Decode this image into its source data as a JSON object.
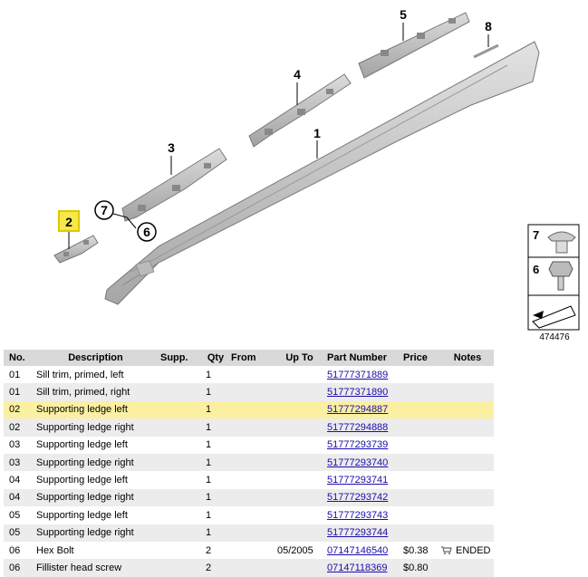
{
  "diagram": {
    "callouts": [
      "1",
      "2",
      "3",
      "4",
      "5",
      "6",
      "7",
      "8"
    ],
    "legend_labels": [
      "7",
      "6"
    ],
    "diagram_number": "474476",
    "colors": {
      "highlight": "#f2d500",
      "part": "#c3c3c3"
    }
  },
  "table": {
    "headers": [
      "No.",
      "Description",
      "Supp.",
      "Qty",
      "From",
      "Up To",
      "Part Number",
      "Price",
      "Notes"
    ],
    "rows": [
      {
        "no": "01",
        "desc": "Sill trim, primed, left",
        "supp": "",
        "qty": "1",
        "from": "",
        "upto": "",
        "pn": "51777371889",
        "price": "",
        "notes": ""
      },
      {
        "no": "01",
        "desc": "Sill trim, primed, right",
        "supp": "",
        "qty": "1",
        "from": "",
        "upto": "",
        "pn": "51777371890",
        "price": "",
        "notes": ""
      },
      {
        "no": "02",
        "desc": "Supporting ledge left",
        "supp": "",
        "qty": "1",
        "from": "",
        "upto": "",
        "pn": "51777294887",
        "price": "",
        "notes": ""
      },
      {
        "no": "02",
        "desc": "Supporting ledge right",
        "supp": "",
        "qty": "1",
        "from": "",
        "upto": "",
        "pn": "51777294888",
        "price": "",
        "notes": ""
      },
      {
        "no": "03",
        "desc": "Supporting ledge left",
        "supp": "",
        "qty": "1",
        "from": "",
        "upto": "",
        "pn": "51777293739",
        "price": "",
        "notes": ""
      },
      {
        "no": "03",
        "desc": "Supporting ledge right",
        "supp": "",
        "qty": "1",
        "from": "",
        "upto": "",
        "pn": "51777293740",
        "price": "",
        "notes": ""
      },
      {
        "no": "04",
        "desc": "Supporting ledge left",
        "supp": "",
        "qty": "1",
        "from": "",
        "upto": "",
        "pn": "51777293741",
        "price": "",
        "notes": ""
      },
      {
        "no": "04",
        "desc": "Supporting ledge right",
        "supp": "",
        "qty": "1",
        "from": "",
        "upto": "",
        "pn": "51777293742",
        "price": "",
        "notes": ""
      },
      {
        "no": "05",
        "desc": "Supporting ledge left",
        "supp": "",
        "qty": "1",
        "from": "",
        "upto": "",
        "pn": "51777293743",
        "price": "",
        "notes": ""
      },
      {
        "no": "05",
        "desc": "Supporting ledge right",
        "supp": "",
        "qty": "1",
        "from": "",
        "upto": "",
        "pn": "51777293744",
        "price": "",
        "notes": ""
      },
      {
        "no": "06",
        "desc": "Hex Bolt",
        "supp": "",
        "qty": "2",
        "from": "",
        "upto": "05/2005",
        "pn": "07147146540",
        "price": "$0.38",
        "notes": "ENDED",
        "cart": true
      },
      {
        "no": "06",
        "desc": "Fillister head screw",
        "supp": "",
        "qty": "2",
        "from": "",
        "upto": "",
        "pn": "07147118369",
        "price": "$0.80",
        "notes": ""
      }
    ],
    "highlight_row": 2
  }
}
